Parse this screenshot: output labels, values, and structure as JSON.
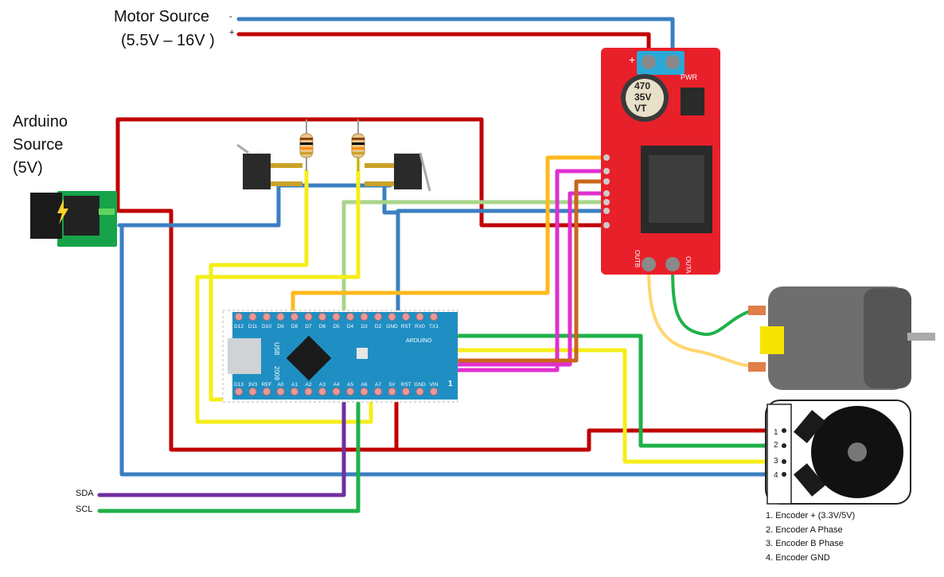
{
  "labels": {
    "motor_source_title": "Motor Source",
    "motor_source_range": "(5.5V – 16V )",
    "motor_minus": "-",
    "motor_plus": "+",
    "arduino_source_line1": "Arduino",
    "arduino_source_line2": "Source",
    "arduino_source_line3": "(5V)",
    "sda": "SDA",
    "scl": "SCL"
  },
  "capacitor": {
    "line1": "470",
    "line2": "35V",
    "line3": "VT"
  },
  "driver_board": {
    "pwr": "PWR",
    "outb": "OUTB",
    "outa": "OUTA",
    "plus": "+"
  },
  "nano": {
    "top_pins": [
      "D12",
      "D11",
      "D10",
      "D9",
      "D8",
      "D7",
      "D6",
      "D5",
      "D4",
      "D3",
      "D2",
      "GND",
      "RST",
      "RX0",
      "TX1"
    ],
    "bottom_pins": [
      "D13",
      "3V3",
      "REF",
      "A0",
      "A1",
      "A2",
      "A3",
      "A4",
      "A5",
      "A6",
      "A7",
      "5V",
      "RST",
      "GND",
      "VIN"
    ],
    "usb_label": "USB",
    "year": "2009",
    "brand": "ARDUINO",
    "number": "1"
  },
  "encoder_pins": [
    "1",
    "2",
    "3",
    "4"
  ],
  "encoder_legend": [
    {
      "num": "1.",
      "text": "Encoder + (3.3V/5V)"
    },
    {
      "num": "2.",
      "text": "Encoder A Phase"
    },
    {
      "num": "3.",
      "text": "Encoder B Phase"
    },
    {
      "num": "4.",
      "text": "Encoder GND"
    }
  ],
  "colors": {
    "red": "#c00000",
    "blue": "#3a7fc1",
    "yellow": "#f5ee1a",
    "green": "#1fb14a",
    "light_green": "#a8d58a",
    "orange": "#ffb91e",
    "magenta": "#e02fcf",
    "brown": "#c9661c",
    "purple": "#6f2f9f",
    "pale_orange": "#ffd670",
    "board_red": "#e8202a",
    "nano_blue": "#1f8fc3"
  }
}
